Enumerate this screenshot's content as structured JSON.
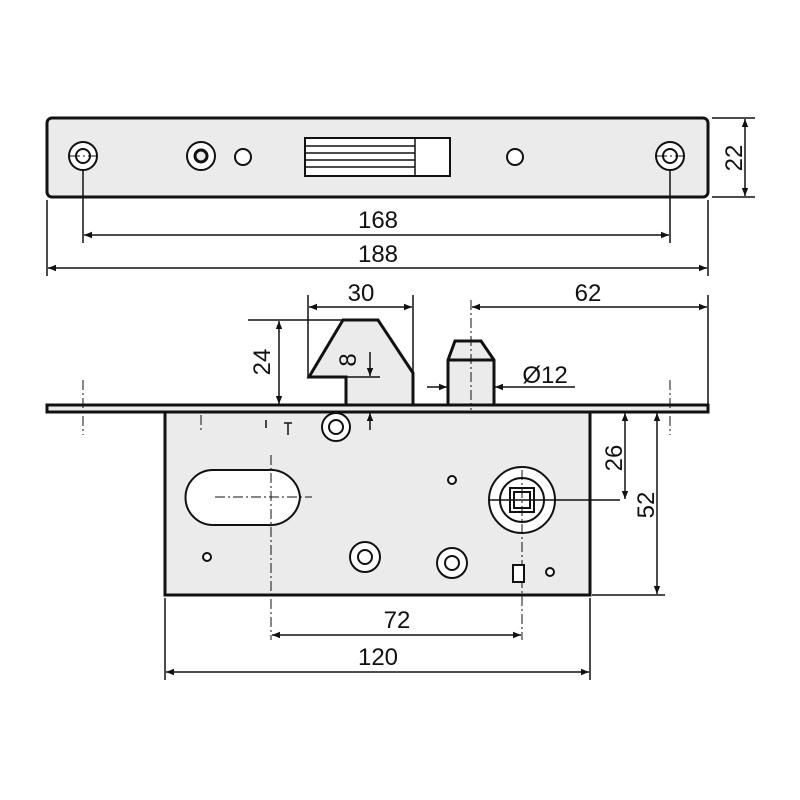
{
  "title": "Mortise lock dimension drawing",
  "dimensions": {
    "faceplate_hole_spacing": "168",
    "faceplate_length": "188",
    "faceplate_width": "22",
    "latch_width": "30",
    "latch_projection": "24",
    "latch_notch": "8",
    "bolt_offset": "62",
    "bolt_diameter": "Ø12",
    "backset_spindle": "26",
    "case_depth": "52",
    "cylinder_to_spindle": "72",
    "case_length": "120"
  },
  "colors": {
    "part_fill": "#ebebeb",
    "line": "#111111"
  }
}
